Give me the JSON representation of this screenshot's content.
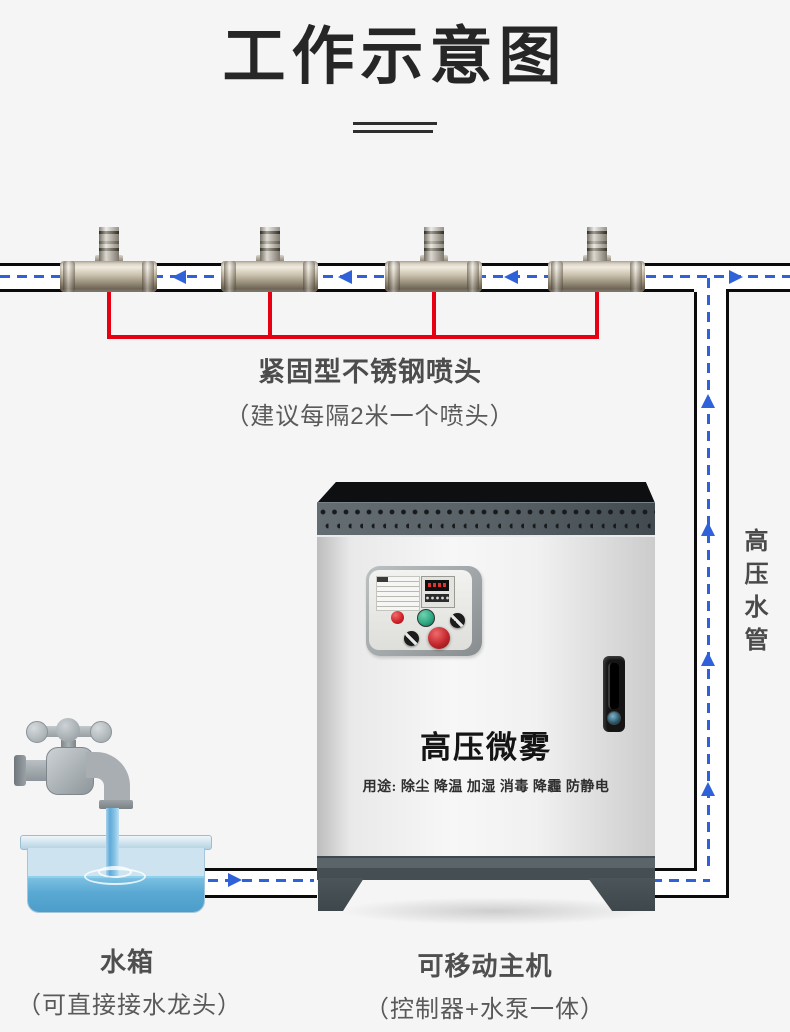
{
  "title": {
    "text": "工作示意图"
  },
  "nozzle_callout": {
    "line1": "紧固型不锈钢喷头",
    "line2": "（建议每隔2米一个喷头）"
  },
  "right_pipe": {
    "label": "高压水管"
  },
  "machine": {
    "brand": "高压微雾",
    "uses": "用途: 除尘 降温 加湿 消毒 降霾 防静电"
  },
  "tank": {
    "label1": "水箱",
    "label2": "（可直接接水龙头）"
  },
  "host": {
    "label1": "可移动主机",
    "label2": "（控制器+水泵一体）"
  },
  "colors": {
    "flow_blue": "#2F62D8",
    "callout_red": "#E60012",
    "pipe_black": "#0B0B0B",
    "background": "#F5F5F6",
    "label_gray": "#4F4F4F"
  }
}
